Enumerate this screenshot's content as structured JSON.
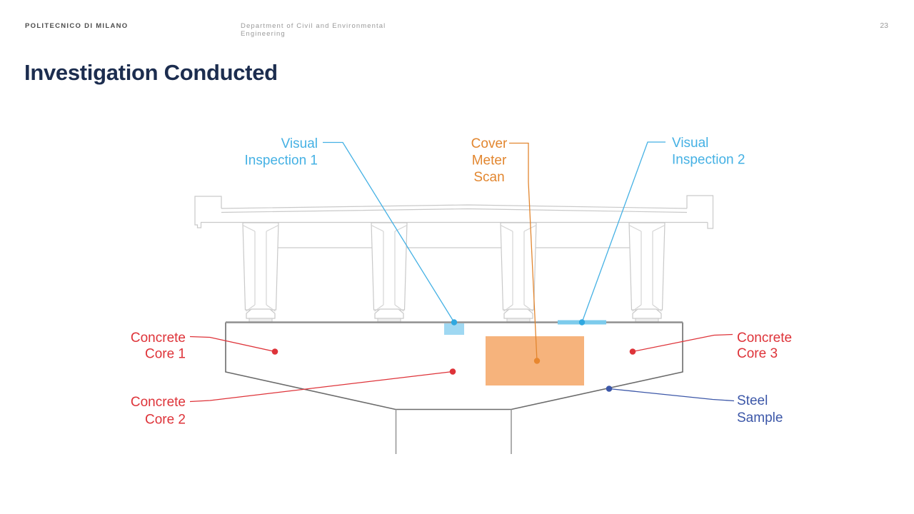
{
  "header": {
    "institution": "POLITECNICO DI MILANO",
    "department": "Department of Civil and Environmental Engineering",
    "page_number": "23"
  },
  "title": "Investigation Conducted",
  "colors": {
    "cyan": "#45B1E4",
    "cyan_dot": "#2FA8E0",
    "cyan_area_fill": "#9FD8F2",
    "cyan_bar_fill": "#7CCBEC",
    "orange": "#E2862F",
    "orange_dot": "#E8872F",
    "orange_area_fill": "#F6B37C",
    "red": "#DE3339",
    "steel_blue": "#3C57A8",
    "title_navy": "#1C2D4F"
  },
  "diagram": {
    "labels": {
      "visual_inspection_1": {
        "line1": "Visual",
        "line2": "Inspection 1"
      },
      "cover_meter_scan": {
        "line1": "Cover",
        "line2": "Meter",
        "line3": "Scan"
      },
      "visual_inspection_2": {
        "line1": "Visual",
        "line2": "Inspection 2"
      },
      "concrete_core_1": {
        "line1": "Concrete",
        "line2": "Core 1"
      },
      "concrete_core_2": {
        "line1": "Concrete",
        "line2": "Core 2"
      },
      "concrete_core_3": {
        "line1": "Concrete",
        "line2": "Core 3"
      },
      "steel_sample": {
        "line1": "Steel",
        "line2": "Sample"
      }
    }
  }
}
